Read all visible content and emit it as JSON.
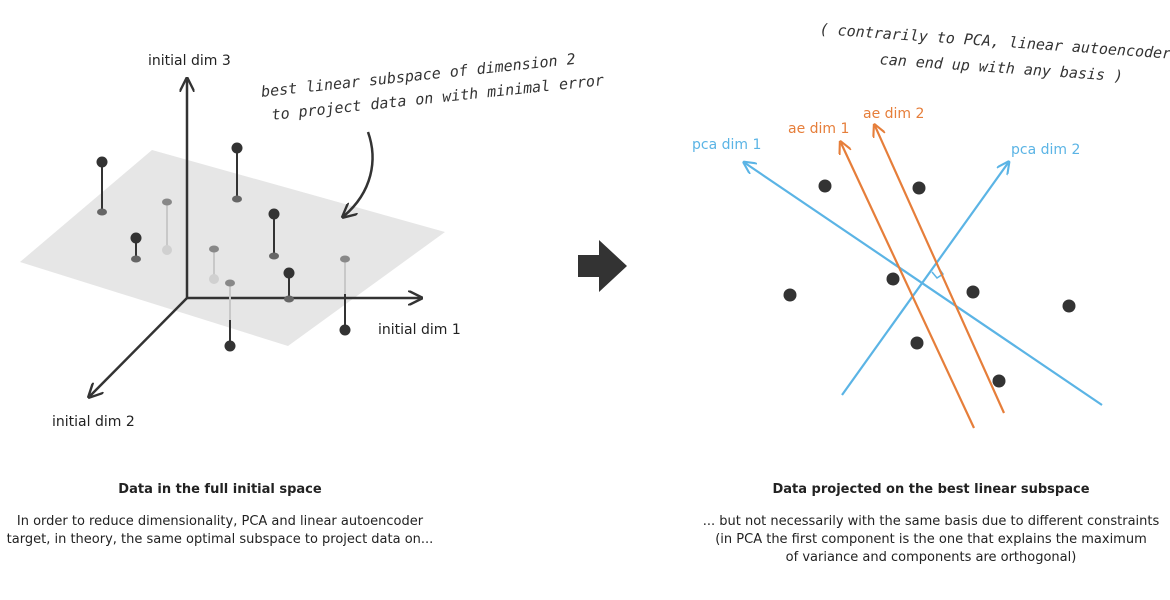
{
  "colors": {
    "pca": "#5bb4e5",
    "ae": "#e67e3a",
    "dark": "#333333",
    "plane": "#e6e6e6"
  },
  "left": {
    "axes": {
      "dim1": "initial dim 1",
      "dim2": "initial dim 2",
      "dim3": "initial dim 3"
    },
    "annotation": {
      "line1": "best linear subspace of dimension 2",
      "line2": "to project data on with minimal error"
    },
    "caption_title": "Data in the full initial space",
    "caption_line1": "In order to reduce dimensionality, PCA and linear autoencoder",
    "caption_line2": "target, in theory, the same optimal subspace to project data on..."
  },
  "right": {
    "labels": {
      "pca1": "pca dim 1",
      "pca2": "pca dim 2",
      "ae1": "ae dim 1",
      "ae2": "ae dim 2"
    },
    "annotation": {
      "line1": "( contrarily to PCA, linear autoencoder",
      "line2": "can end up with any basis )"
    },
    "caption_title": "Data projected on the best linear subspace",
    "caption_line1": "... but not necessarily with the same basis due to different constraints",
    "caption_line2": "(in PCA the first component is the one that explains the maximum",
    "caption_line3": "of variance and components are orthogonal)"
  },
  "arrow_icon": "right-arrow-icon"
}
